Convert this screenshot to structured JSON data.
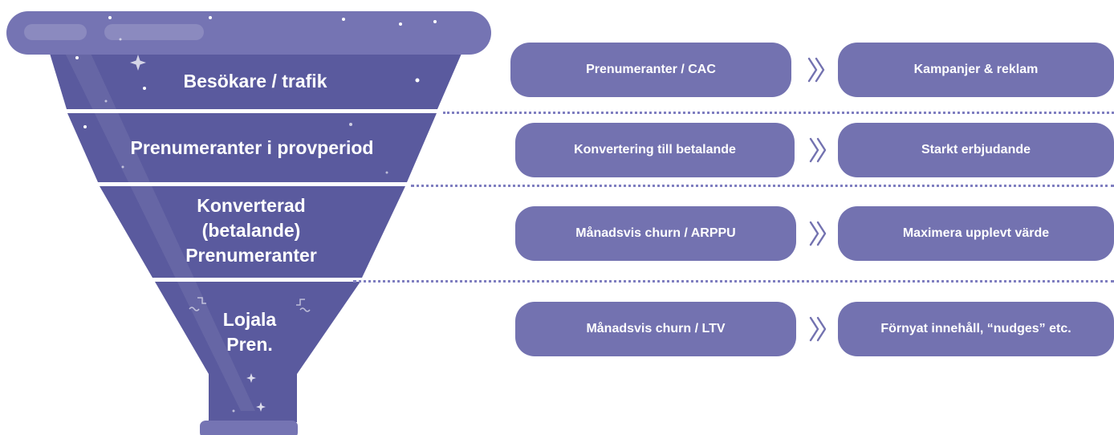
{
  "colors": {
    "funnel_body": "#5a5a9e",
    "funnel_rim": "#7574b3",
    "pill": "#7372b0",
    "divider": "#7f7ec0",
    "text": "#ffffff"
  },
  "funnel": {
    "stages": [
      {
        "label": "Besökare / trafik"
      },
      {
        "label": "Prenumeranter i provperiod"
      },
      {
        "label": "Konverterad\n(betalande)\nPrenumeranter"
      },
      {
        "label": "Lojala\nPren."
      }
    ]
  },
  "rows": [
    {
      "metric": "Prenumeranter / CAC",
      "action": "Kampanjer & reklam",
      "arrow_icon": "double-chevron-right-icon"
    },
    {
      "metric": "Konvertering till betalande",
      "action": "Starkt erbjudande",
      "arrow_icon": "double-chevron-right-icon"
    },
    {
      "metric": "Månadsvis churn / ARPPU",
      "action": "Maximera upplevt värde",
      "arrow_icon": "double-chevron-right-icon"
    },
    {
      "metric": "Månadsvis churn / LTV",
      "action": "Förnyat innehåll, “nudges” etc.",
      "arrow_icon": "double-chevron-right-icon"
    }
  ]
}
